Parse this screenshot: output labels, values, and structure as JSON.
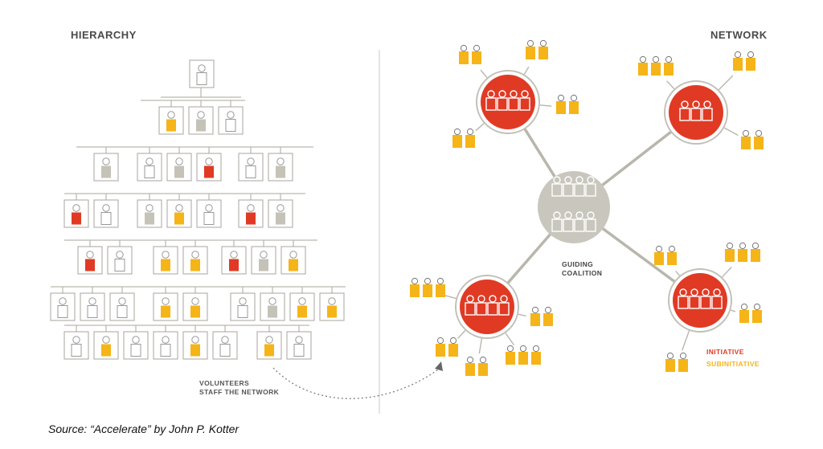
{
  "hierarchy": {
    "title": "HIERARCHY"
  },
  "network": {
    "title": "NETWORK"
  },
  "volunteers": {
    "line1": "VOLUNTEERS",
    "line2": "STAFF THE NETWORK"
  },
  "coalition": {
    "line1": "GUIDING",
    "line2": "COALITION"
  },
  "legend": {
    "initiative": "INITIATIVE",
    "subinitiative": "SUBINITIATIVE"
  },
  "source": "Source: “Accelerate” by John P. Kotter",
  "colors": {
    "initiative": "#e03a25",
    "subinitiative": "#f5b418",
    "employee_gray": "#c5c2b8",
    "coalition": "#c9c6bd",
    "line": "#b9b6ad",
    "frame": "#a8a59c"
  }
}
